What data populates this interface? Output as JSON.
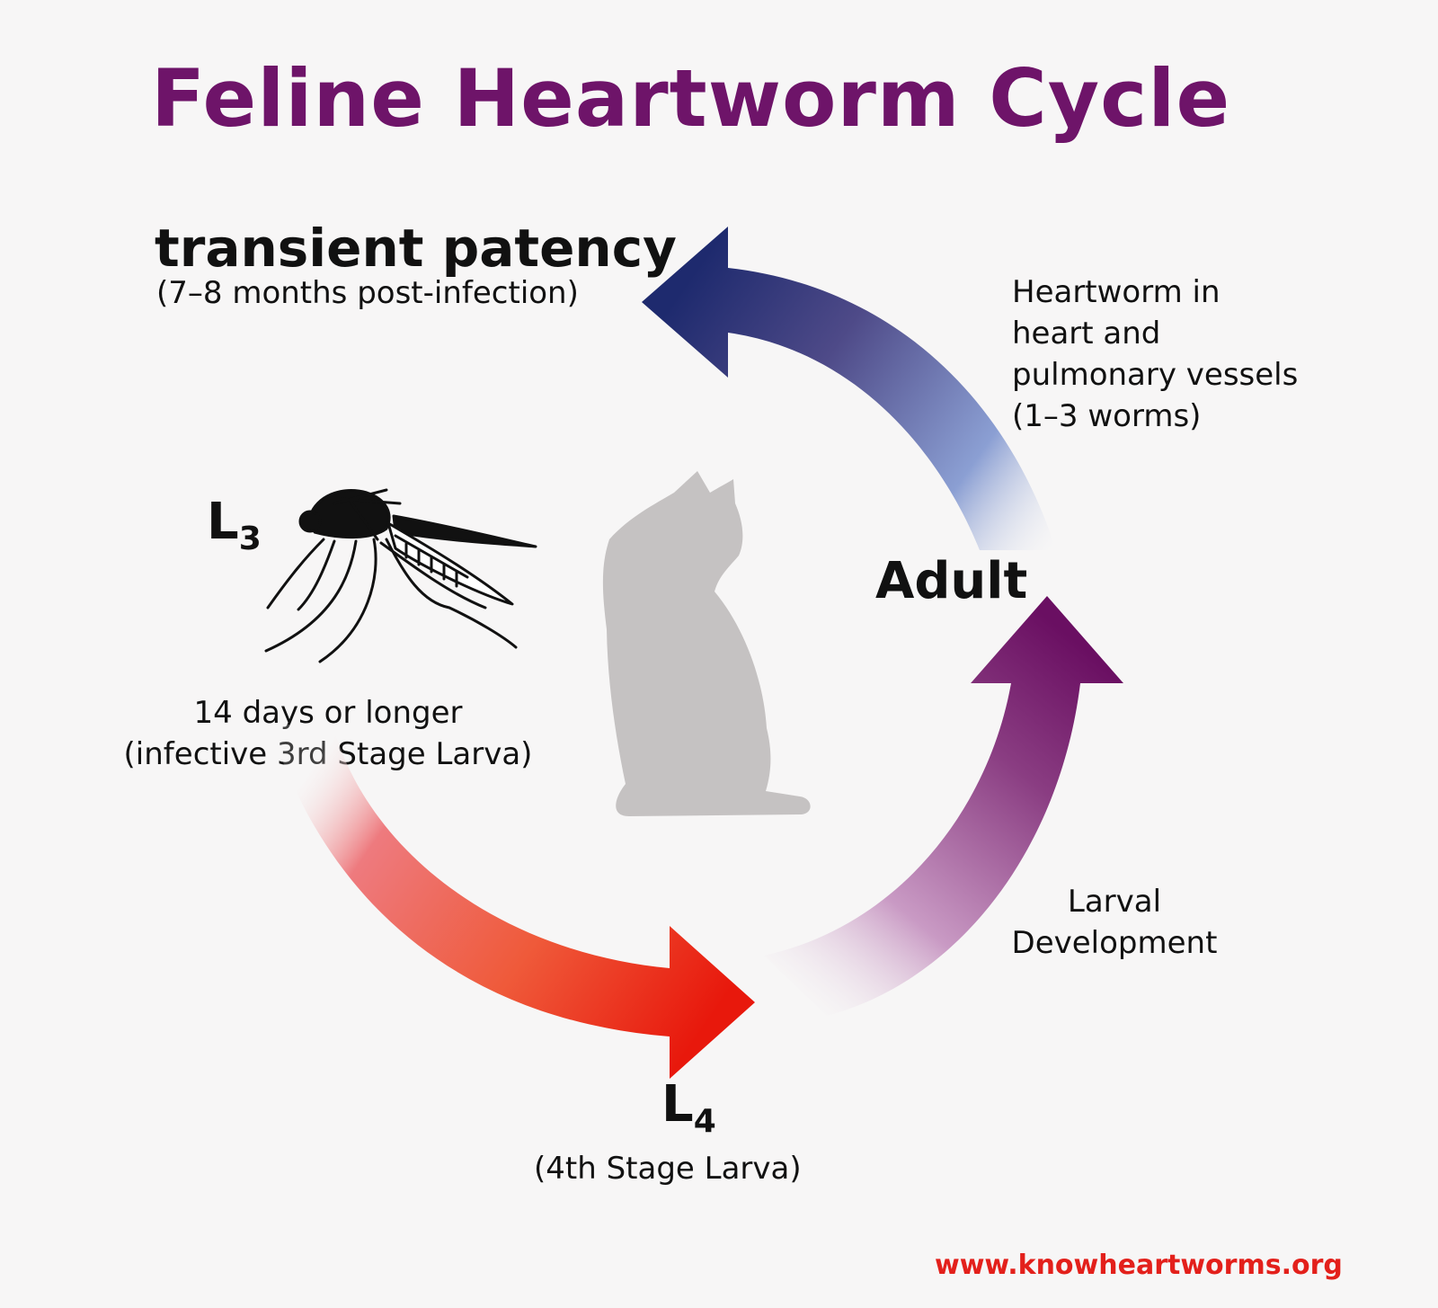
{
  "title": "Feline Heartworm Cycle",
  "patency": {
    "heading": "transient patency",
    "subtext": "(7–8 months post-infection)"
  },
  "adult": {
    "label": "Adult",
    "lines": [
      "Heartworm in",
      "heart and",
      "pulmonary vessels",
      "(1–3 worms)"
    ]
  },
  "l3": {
    "letter": "L",
    "subscript": "3",
    "lines": [
      "14 days or longer",
      "(infective 3rd Stage Larva)"
    ]
  },
  "larval": {
    "lines": [
      "Larval",
      "Development"
    ]
  },
  "l4": {
    "letter": "L",
    "subscript": "4",
    "subtext": "(4th Stage Larva)"
  },
  "source_url": "www.knowheartworms.org",
  "colors": {
    "title": "#6e1469",
    "arrow_top": "#1e2a6e",
    "arrow_right": "#6a0f62",
    "arrow_bottom": "#e8180c",
    "cat": "#c5c2c2",
    "url": "#e3201b"
  },
  "icons": [
    "mosquito-icon",
    "cat-silhouette-icon"
  ]
}
